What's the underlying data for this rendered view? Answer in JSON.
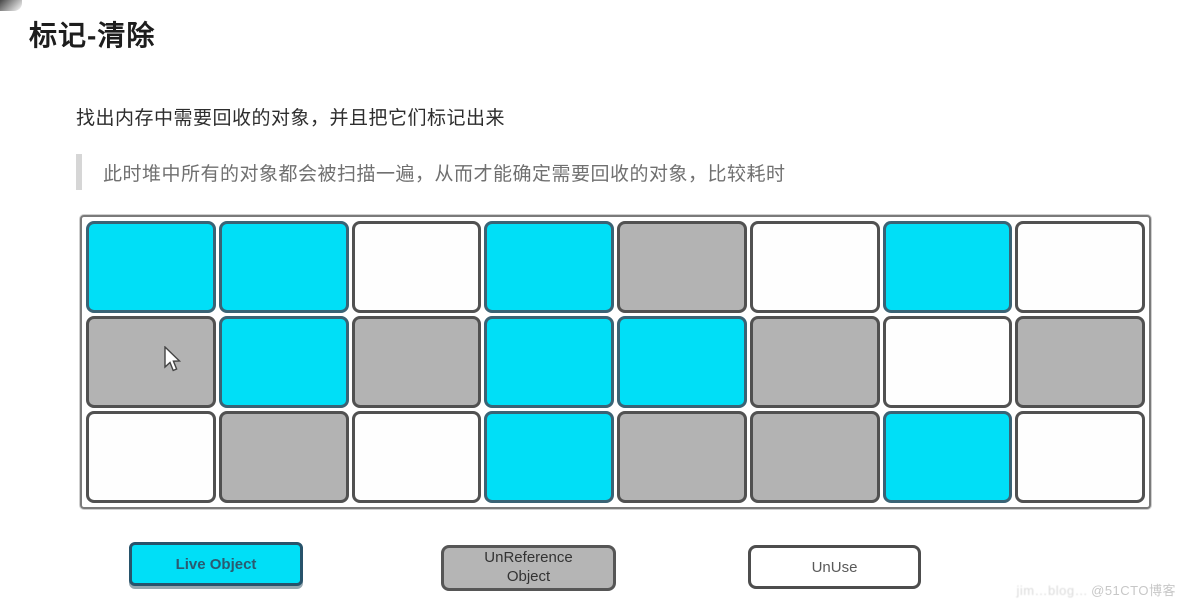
{
  "page": {
    "title": "标记-清除",
    "description": "找出内存中需要回收的对象，并且把它们标记出来",
    "quote": "此时堆中所有的对象都会被扫描一遍，从而才能确定需要回收的对象，比较耗时"
  },
  "colors": {
    "live": "#00dff7",
    "live_border": "#3a6375",
    "unreference": "#b3b3b3",
    "unuse": "#fefefe",
    "cell_border": "#515151"
  },
  "memory_grid": {
    "rows": 3,
    "cols": 8,
    "cells": [
      [
        "live",
        "live",
        "unuse",
        "live",
        "unreference",
        "unuse",
        "live",
        "unuse"
      ],
      [
        "unreference",
        "live",
        "unreference",
        "live",
        "live",
        "unreference",
        "unuse",
        "unreference"
      ],
      [
        "unuse",
        "unreference",
        "unuse",
        "live",
        "unreference",
        "unreference",
        "live",
        "unuse"
      ]
    ],
    "cursor_cell": {
      "row": 2,
      "col": 1
    }
  },
  "legend": [
    {
      "id": "live",
      "label": "Live Object"
    },
    {
      "id": "unreference",
      "label": "UnReference Object"
    },
    {
      "id": "unuse",
      "label": "UnUse"
    }
  ],
  "watermark": {
    "prefix_illegible": "jim…blog…",
    "site": "@51CTO博客"
  }
}
